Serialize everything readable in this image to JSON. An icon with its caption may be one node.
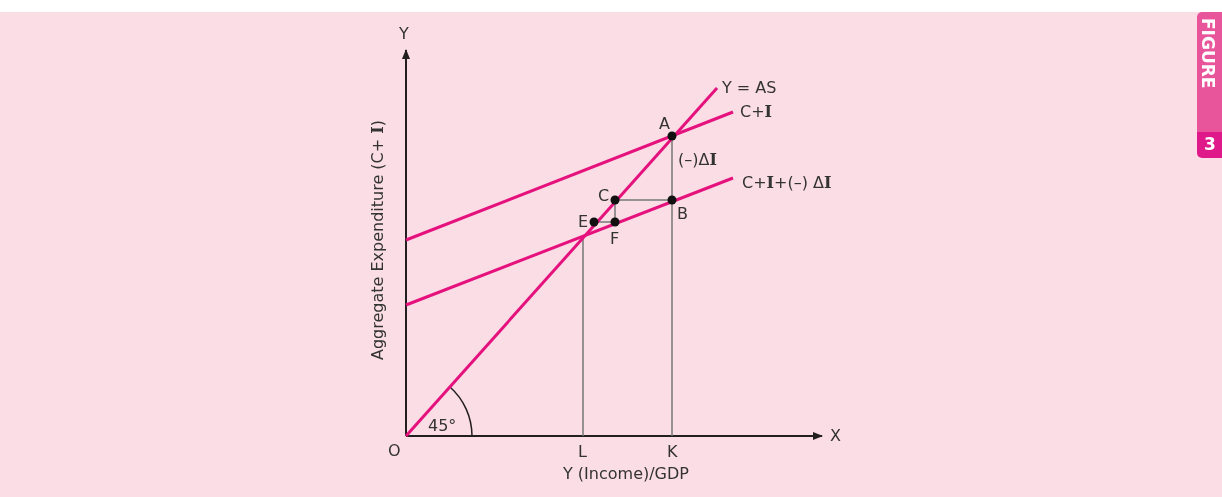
{
  "diagram": {
    "labels": [
      "Y",
      "FIGURE",
      "3",
      "Y = AS",
      "A",
      "C+**I**",
      "(–)Δ**I**",
      "C+**I**+(–) Δ**I**",
      "C",
      "B",
      "E",
      "F",
      "Aggregate Expenditure (C+ **I**)",
      "45°",
      "O",
      "L",
      "K",
      "X",
      "Y (Income)/GDP"
    ]
  }
}
